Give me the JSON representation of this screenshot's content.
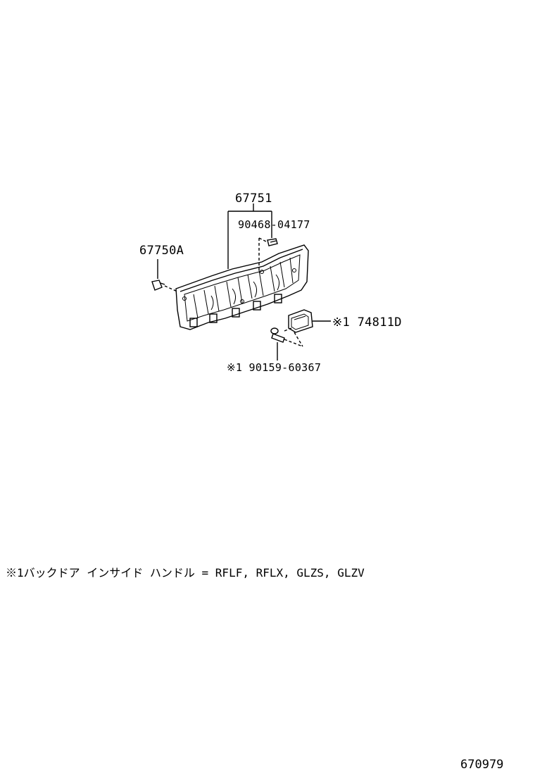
{
  "parts": {
    "part_67751": "67751",
    "part_90468": "90468-04177",
    "part_67750A": "67750A",
    "part_74811D": "※1 74811D",
    "part_90159": "※1 90159-60367"
  },
  "footnote": "※1バックドア インサイド ハンドル = RFLF, RFLX, GLZS, GLZV",
  "figure_number": "670979"
}
